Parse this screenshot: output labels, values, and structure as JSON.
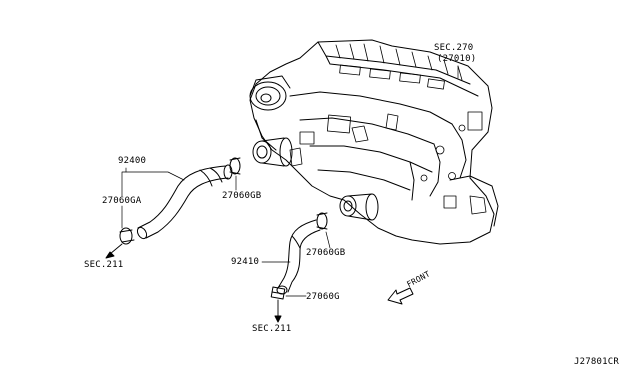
{
  "labels": {
    "sec270": "SEC.270",
    "sec270_part": "(27010)",
    "p92400": "92400",
    "p27060GA": "27060GA",
    "p27060GB_top": "27060GB",
    "p27060GB_bottom": "27060GB",
    "p92410": "92410",
    "p27060G": "27060G",
    "sec211_left": "SEC.211",
    "sec211_bottom": "SEC.211",
    "front": "FRONT",
    "diagram_code": "J27801CR"
  }
}
